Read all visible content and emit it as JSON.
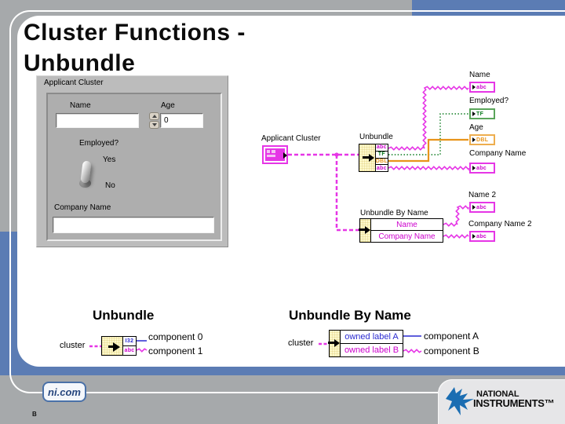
{
  "slide": {
    "title_line1": "Cluster Functions -",
    "title_line2": "Unbundle",
    "page_letter": "B"
  },
  "front_panel": {
    "cluster_label": "Applicant Cluster",
    "name_label": "Name",
    "name_value": "",
    "age_label": "Age",
    "age_value": "0",
    "employed_label": "Employed?",
    "yes_label": "Yes",
    "no_label": "No",
    "company_label": "Company Name",
    "company_value": ""
  },
  "block_diagram": {
    "source_label": "Applicant Cluster",
    "unbundle_label": "Unbundle",
    "unbundle_cells": [
      "abc",
      "TF",
      "DBL",
      "abc"
    ],
    "indicators": [
      {
        "label": "Name",
        "type": "abc"
      },
      {
        "label": "Employed?",
        "type": "TF"
      },
      {
        "label": "Age",
        "type": "DBL"
      },
      {
        "label": "Company Name",
        "type": "abc"
      }
    ],
    "ubn_label": "Unbundle By Name",
    "ubn_rows": [
      "Name",
      "Company Name"
    ],
    "ubn_indicators": [
      {
        "label": "Name 2",
        "type": "abc"
      },
      {
        "label": "Company Name 2",
        "type": "abc"
      }
    ]
  },
  "legend_unbundle": {
    "heading": "Unbundle",
    "input_label": "cluster",
    "cells": [
      "I32",
      "abc"
    ],
    "outputs": [
      "component 0",
      "component 1"
    ]
  },
  "legend_ubn": {
    "heading": "Unbundle By Name",
    "input_label": "cluster",
    "rows": [
      "owned label A",
      "owned label B"
    ],
    "outputs": [
      "component A",
      "component B"
    ]
  },
  "footer": {
    "ni_url": "ni.com",
    "brand_line1": "NATIONAL",
    "brand_line2": "INSTRUMENTS™"
  },
  "colors": {
    "bg_gray": "#a6a9ab",
    "accent_blue": "#5b7cb4",
    "pink": "#e636e6",
    "pink_dark": "#cc00cc",
    "green_border": "#5aa55a",
    "green_text": "#0b7a1e",
    "orange": "#e8941a",
    "orange_light": "#eeae4e",
    "int_blue": "#2a2ad0",
    "cream": "#fdf8cc",
    "eagle_blue": "#1a6db2",
    "ni_text": "#27477e"
  }
}
